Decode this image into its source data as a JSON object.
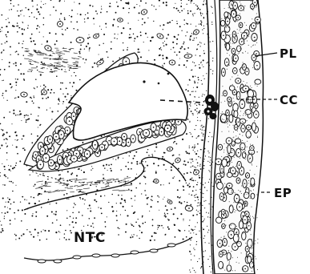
{
  "figure": {
    "labels": {
      "pl": "PL",
      "cc": "CC",
      "ep": "EP",
      "ntc": "NTC"
    },
    "colors": {
      "ink": "#111111",
      "paper": "#ffffff"
    }
  }
}
